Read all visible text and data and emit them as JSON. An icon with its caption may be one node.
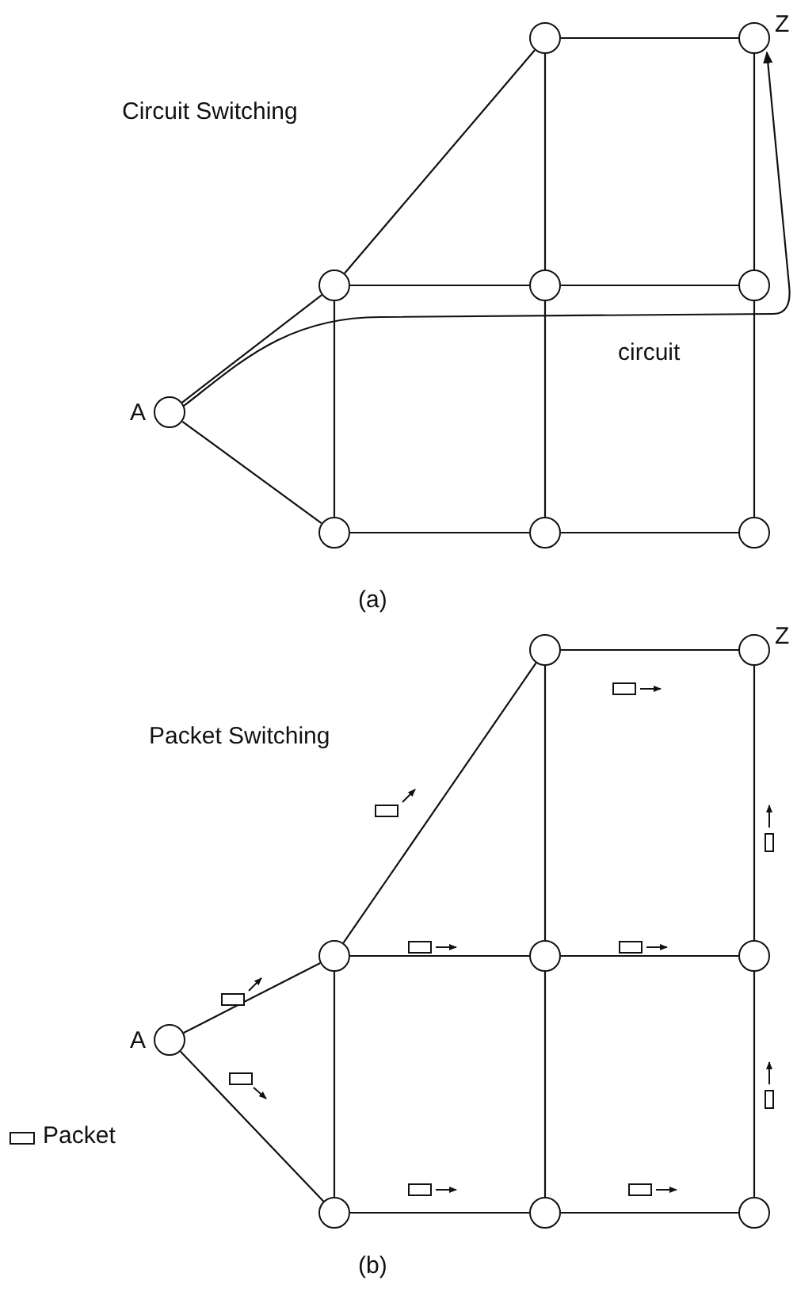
{
  "diagram": {
    "nodes": [
      {
        "text": [],
        "shape": "circle",
        "beside": [
          "A"
        ]
      },
      {
        "text": [],
        "shape": "circle"
      },
      {
        "text": [],
        "shape": "circle"
      },
      {
        "text": [],
        "shape": "circle"
      },
      {
        "text": [],
        "shape": "circle"
      },
      {
        "text": [],
        "shape": "circle"
      },
      {
        "text": [],
        "shape": "circle",
        "beside": [
          "Z"
        ]
      },
      {
        "text": [],
        "shape": "circle"
      },
      {
        "text": [],
        "shape": "circle"
      },
      {
        "text": [],
        "shape": "circle",
        "beside": [
          "A"
        ]
      },
      {
        "text": [],
        "shape": "circle"
      },
      {
        "text": [],
        "shape": "circle"
      },
      {
        "text": [],
        "shape": "circle"
      },
      {
        "text": [],
        "shape": "circle"
      },
      {
        "text": [],
        "shape": "circle"
      },
      {
        "text": [],
        "shape": "circle",
        "beside": [
          "Z"
        ]
      },
      {
        "text": [],
        "shape": "circle"
      },
      {
        "text": [],
        "shape": "circle"
      }
    ],
    "edges": [
      {
        "from": 0,
        "to": 1,
        "arrow": "none"
      },
      {
        "from": 0,
        "to": 2,
        "arrow": "none"
      },
      {
        "from": 1,
        "to": 3,
        "arrow": "none"
      },
      {
        "from": 1,
        "to": 4,
        "arrow": "none"
      },
      {
        "from": 1,
        "to": 2,
        "arrow": "none"
      },
      {
        "from": 3,
        "to": 6,
        "arrow": "none"
      },
      {
        "from": 3,
        "to": 4,
        "arrow": "none"
      },
      {
        "from": 4,
        "to": 5,
        "arrow": "none"
      },
      {
        "from": 4,
        "to": 7,
        "arrow": "none"
      },
      {
        "from": 2,
        "to": 5,
        "arrow": "none"
      },
      {
        "from": 5,
        "to": 8,
        "arrow": "none"
      },
      {
        "from": 6,
        "to": 7,
        "arrow": "none"
      },
      {
        "from": 7,
        "to": 8,
        "arrow": "none"
      },
      {
        "from": 0,
        "to": 6,
        "arrow": "to",
        "label": "circuit"
      },
      {
        "from": 9,
        "to": 10,
        "arrow": "none"
      },
      {
        "from": 9,
        "to": 11,
        "arrow": "none"
      },
      {
        "from": 10,
        "to": 12,
        "arrow": "none"
      },
      {
        "from": 10,
        "to": 13,
        "arrow": "none"
      },
      {
        "from": 10,
        "to": 11,
        "arrow": "none"
      },
      {
        "from": 12,
        "to": 15,
        "arrow": "none"
      },
      {
        "from": 12,
        "to": 13,
        "arrow": "none"
      },
      {
        "from": 13,
        "to": 14,
        "arrow": "none"
      },
      {
        "from": 13,
        "to": 16,
        "arrow": "none"
      },
      {
        "from": 11,
        "to": 14,
        "arrow": "none"
      },
      {
        "from": 14,
        "to": 17,
        "arrow": "none"
      },
      {
        "from": 15,
        "to": 16,
        "arrow": "none"
      },
      {
        "from": 16,
        "to": 17,
        "arrow": "none"
      }
    ],
    "labels": [
      "Circuit Switching",
      "(a)",
      "Packet Switching",
      "(b)"
    ],
    "legend": [
      {
        "text": "Packet"
      }
    ]
  }
}
